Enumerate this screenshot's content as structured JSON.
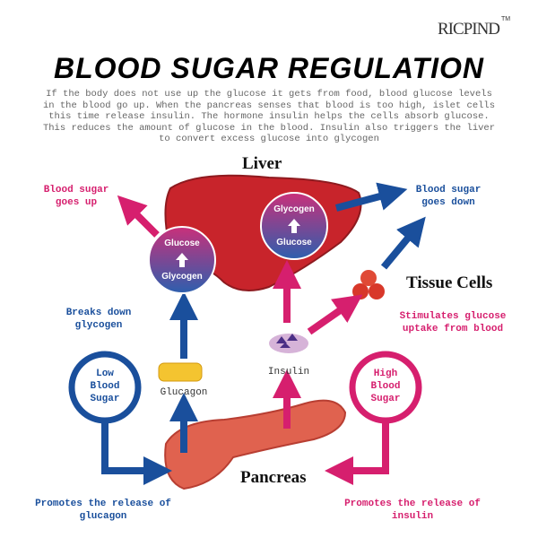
{
  "brand": {
    "name": "RICPIND",
    "tm": "TM"
  },
  "title": "BLOOD SUGAR REGULATION",
  "intro": "If the body does not use up the glucose it gets from food, blood glucose levels in the blood go up. When the pancreas senses that blood is too high, islet cells this time release insulin. The hormone insulin helps the cells absorb glucose. This reduces the amount of glucose in the blood. Insulin also triggers the liver to convert excess glucose into glycogen",
  "organs": {
    "liver": "Liver",
    "tissue": "Tissue Cells",
    "pancreas": "Pancreas"
  },
  "labels": {
    "sugar_up": "Blood sugar goes up",
    "sugar_down": "Blood sugar goes down",
    "breaks_down": "Breaks down glycogen",
    "stimulates": "Stimulates glucose uptake from blood",
    "promotes_glucagon": "Promotes the release of glucagon",
    "promotes_insulin": "Promotes the release of insulin",
    "glucagon": "Glucagon",
    "insulin": "Insulin",
    "low": "Low Blood Sugar",
    "high": "High Blood Sugar"
  },
  "circles": {
    "left_top": "Glucose",
    "left_bottom": "Glycogen",
    "right_top": "Glycogen",
    "right_bottom": "Glucose"
  },
  "colors": {
    "blue": "#1a4f9c",
    "pink": "#d61f6e",
    "liver": "#c8242b"
  }
}
